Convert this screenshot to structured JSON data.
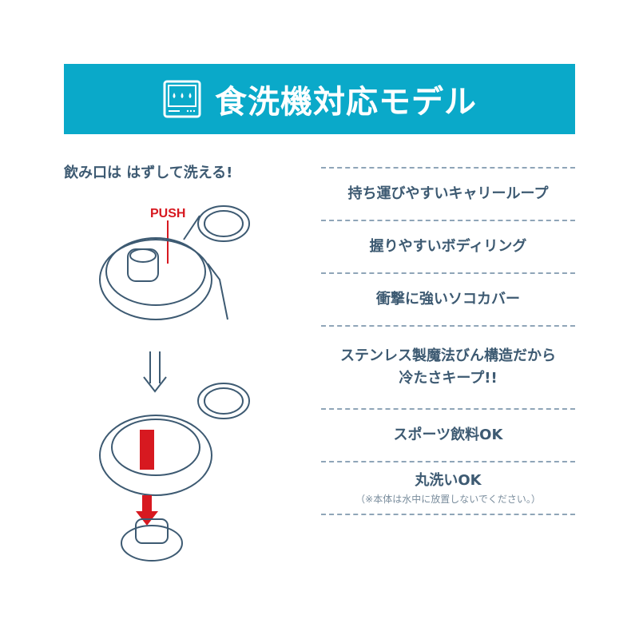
{
  "banner": {
    "title": "食洗機対応モデル",
    "icon": "dishwasher-icon",
    "color": "#0aa9c9"
  },
  "subtitle": "飲み口は はずして洗える!",
  "illustration": {
    "push_label": "PUSH",
    "accent": "#d71920"
  },
  "features": [
    {
      "text": "持ち運びやすいキャリーループ"
    },
    {
      "text": "握りやすいボディリング"
    },
    {
      "text": "衝撃に強いソコカバー"
    },
    {
      "text": "ステンレス製魔法びん構造だから",
      "text2": "冷たさキープ!!"
    },
    {
      "text": "スポーツ飲料OK"
    },
    {
      "text": "丸洗いOK",
      "note": "（※本体は水中に放置しないでください。）"
    }
  ]
}
